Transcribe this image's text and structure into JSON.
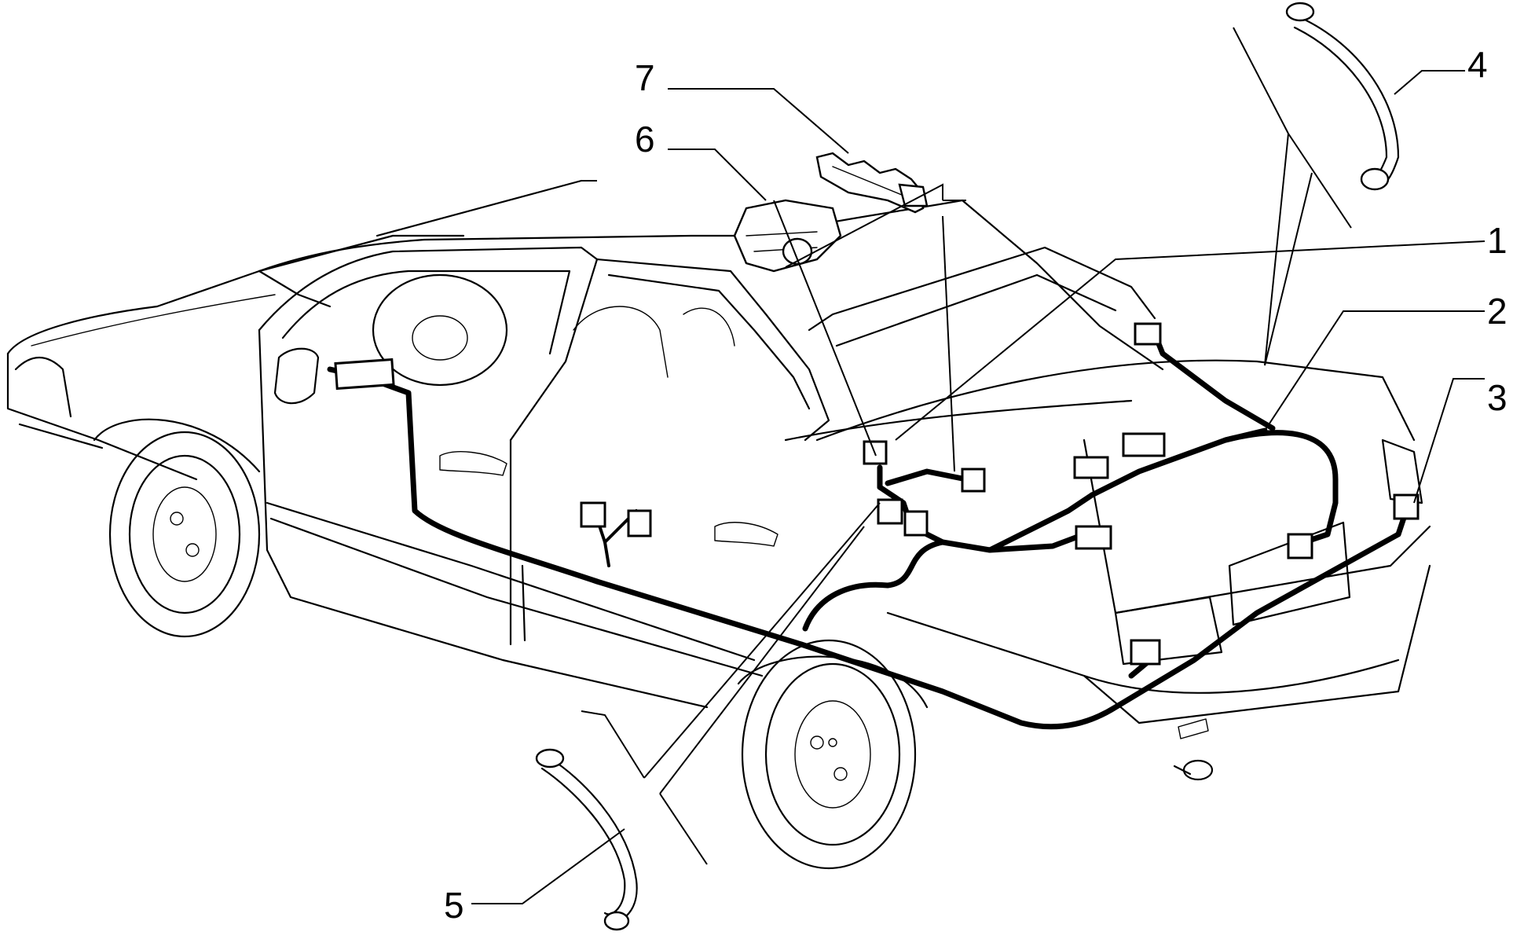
{
  "diagram": {
    "callouts": [
      {
        "id": "1",
        "label": "1"
      },
      {
        "id": "2",
        "label": "2"
      },
      {
        "id": "3",
        "label": "3"
      },
      {
        "id": "4",
        "label": "4"
      },
      {
        "id": "5",
        "label": "5"
      },
      {
        "id": "6",
        "label": "6"
      },
      {
        "id": "7",
        "label": "7"
      }
    ],
    "icons": {
      "car": "sedan-rear-three-quarter-icon",
      "harness": "wiring-harness-icon",
      "connector": "connector-icon",
      "grommet": "grommet-cable-icon",
      "clip": "cable-clip-icon",
      "bracket": "bracket-icon"
    }
  }
}
